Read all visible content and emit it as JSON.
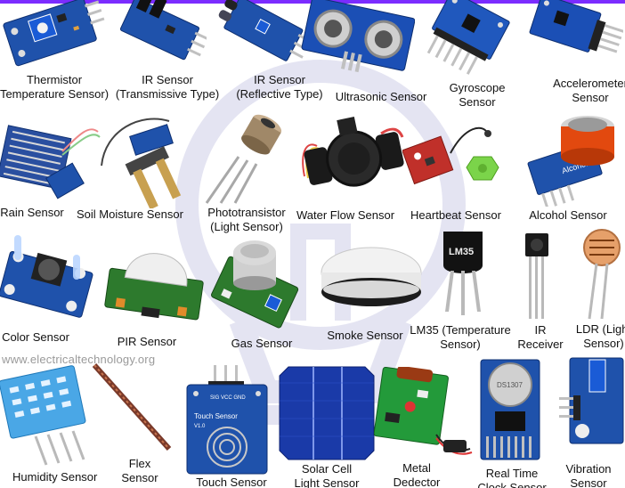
{
  "site": "www.electricaltechnology.org",
  "colors": {
    "board": "#1e4fa8",
    "accent": "#7b2cff"
  },
  "sensors": [
    {
      "id": "thermistor",
      "lines": [
        "Thermistor",
        "Temperature Sensor)"
      ]
    },
    {
      "id": "ir-transmissive",
      "lines": [
        "IR Sensor",
        "(Transmissive Type)"
      ]
    },
    {
      "id": "ir-reflective",
      "lines": [
        "IR Sensor",
        "(Reflective Type)"
      ]
    },
    {
      "id": "ultrasonic",
      "lines": [
        "Ultrasonic Sensor"
      ]
    },
    {
      "id": "gyroscope",
      "lines": [
        "Gyroscope",
        "Sensor"
      ]
    },
    {
      "id": "accelerometer",
      "lines": [
        "Accelerometer",
        "Sensor"
      ]
    },
    {
      "id": "rain",
      "lines": [
        "Rain Sensor"
      ]
    },
    {
      "id": "soil-moisture",
      "lines": [
        "Soil Moisture Sensor"
      ]
    },
    {
      "id": "phototransistor",
      "lines": [
        "Phototransistor",
        "(Light Sensor)"
      ]
    },
    {
      "id": "water-flow",
      "lines": [
        "Water Flow Sensor"
      ]
    },
    {
      "id": "heartbeat",
      "lines": [
        "Heartbeat Sensor"
      ]
    },
    {
      "id": "alcohol",
      "lines": [
        "Alcohol Sensor"
      ]
    },
    {
      "id": "color",
      "lines": [
        "Color Sensor"
      ]
    },
    {
      "id": "pir",
      "lines": [
        "PIR Sensor"
      ]
    },
    {
      "id": "gas",
      "lines": [
        "Gas Sensor"
      ]
    },
    {
      "id": "smoke",
      "lines": [
        "Smoke Sensor"
      ]
    },
    {
      "id": "lm35",
      "lines": [
        "LM35 (Temperature",
        "Sensor)"
      ]
    },
    {
      "id": "ir-receiver",
      "lines": [
        "IR",
        "Receiver"
      ]
    },
    {
      "id": "ldr",
      "lines": [
        "LDR (Light",
        "Sensor)"
      ]
    },
    {
      "id": "humidity",
      "lines": [
        "Humidity Sensor"
      ]
    },
    {
      "id": "flex",
      "lines": [
        "Flex",
        "Sensor"
      ]
    },
    {
      "id": "touch",
      "lines": [
        "Touch Sensor"
      ]
    },
    {
      "id": "solar",
      "lines": [
        "Solar Cell",
        "Light Sensor"
      ]
    },
    {
      "id": "metal",
      "lines": [
        "Metal",
        "Dedector"
      ]
    },
    {
      "id": "rtc",
      "lines": [
        "Real Time",
        "Clock Sensor"
      ]
    },
    {
      "id": "vibration",
      "lines": [
        "Vibration",
        "Sensor"
      ]
    }
  ],
  "printed": {
    "lm35_mark": "LM35",
    "touch_board": "Touch Sensor",
    "touch_pins": "SIG VCC GND",
    "touch_ver": "V1.0",
    "alcohol_board": "Alcohol",
    "rtc_board": "DS1307"
  }
}
